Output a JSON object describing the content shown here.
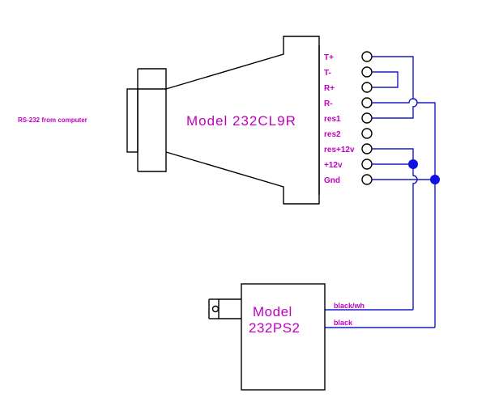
{
  "source_label": "RS-232 from computer",
  "converter": {
    "model_label": "Model  232CL9R",
    "terminals": [
      "T+",
      "T-",
      "R+",
      "R-",
      "res1",
      "res2",
      "res+12v",
      "+12v",
      "Gnd"
    ]
  },
  "power_supply": {
    "model_line1": "Model",
    "model_line2": "232PS2"
  },
  "wires": {
    "wire1_label": "black/wh",
    "wire2_label": "black"
  },
  "colors": {
    "text": "#c000c0",
    "wire": "#1a1ac8",
    "junction": "#1010e0",
    "outline": "#000000"
  }
}
